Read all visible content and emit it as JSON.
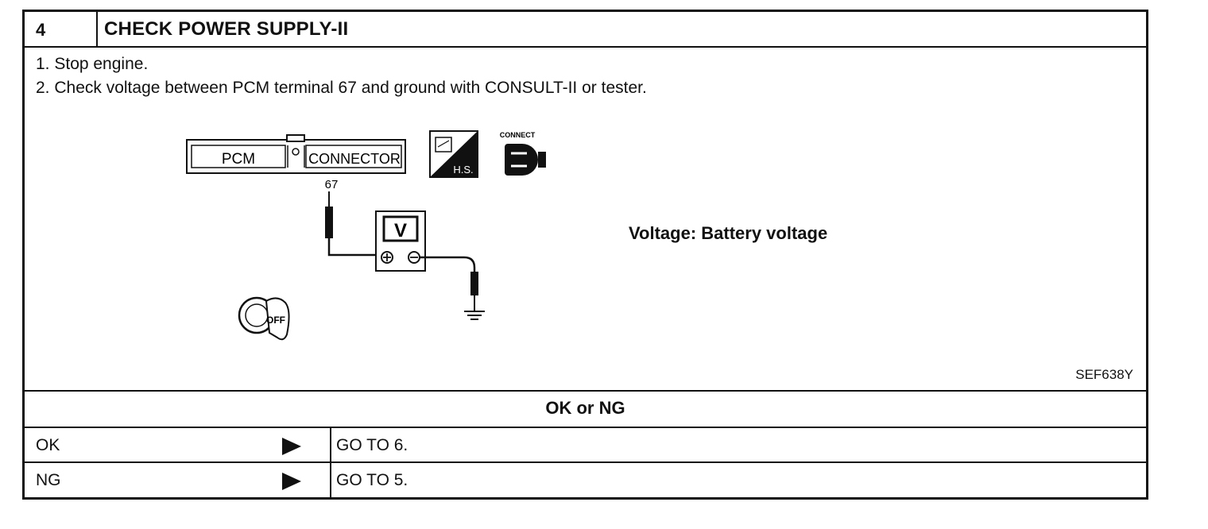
{
  "header": {
    "number": "4",
    "title": "CHECK POWER SUPPLY-II"
  },
  "steps": [
    "1.  Stop engine.",
    "2.  Check voltage between PCM terminal 67 and ground with CONSULT-II or tester."
  ],
  "figure": {
    "connector_left": "PCM",
    "connector_right": "CONNECTOR",
    "terminal": "67",
    "meter_symbol": "V",
    "hs_label": "H.S.",
    "connect_label": "CONNECT",
    "key_label": "OFF",
    "spec": "Voltage: Battery voltage",
    "ref_code": "SEF638Y"
  },
  "result": {
    "header": "OK or NG",
    "rows": [
      {
        "label": "OK",
        "action": "GO TO 6."
      },
      {
        "label": "NG",
        "action": "GO TO 5."
      }
    ]
  }
}
